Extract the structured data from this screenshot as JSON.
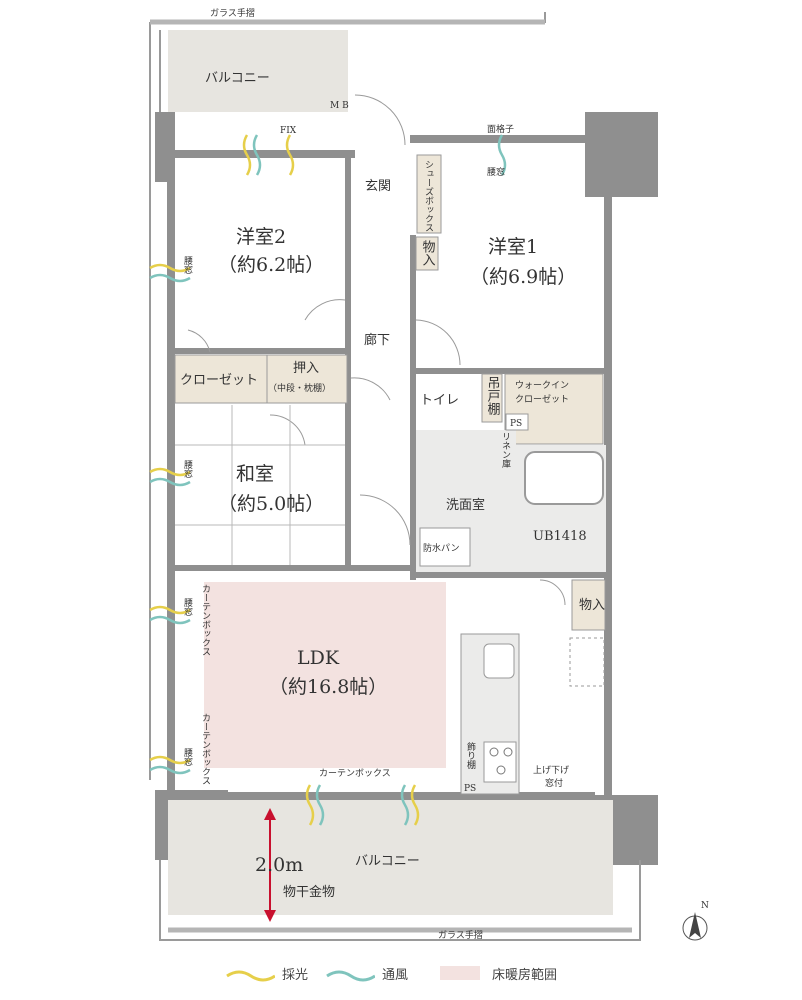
{
  "rooms": {
    "balcony_top": "バルコニー",
    "mb": "M B",
    "fix": "FIX",
    "men_goshi": "面格子",
    "koshi_mado": "腰窓",
    "genkan": "玄関",
    "shoes_box": "シューズボックス",
    "western2_name": "洋室2",
    "western2_size": "（約6.2帖）",
    "western1_name": "洋室1",
    "western1_size": "（約6.9帖）",
    "monoire": "物入",
    "rouka": "廊下",
    "closet": "クローゼット",
    "oshiire": "押入",
    "oshiire_sub": "（中段・枕棚）",
    "toilet": "トイレ",
    "tsuridana": "吊戸棚",
    "wic_line1": "ウォークイン",
    "wic_line2": "クローゼット",
    "ps": "PS",
    "washitsu_name": "和室",
    "washitsu_size": "（約5.0帖）",
    "linen": "リネン庫",
    "senmen": "洗面室",
    "bousui": "防水パン",
    "ub": "UB1418",
    "ldk_name": "LDK",
    "ldk_size": "（約16.8帖）",
    "curtain_box": "カーテンボックス",
    "kazari_dana": "飾り棚",
    "ageshita": "上げ下げ",
    "madotsuki": "窓付",
    "balcony_bottom": "バルコニー",
    "balcony_depth": "2.0m",
    "monohoshi": "物干金物",
    "glass_rail": "ガラス手摺",
    "north": "N"
  },
  "legend": {
    "daylight": "採光",
    "ventilation": "通風",
    "floor_heating": "床暖房範囲"
  },
  "colors": {
    "wall": "#8f8f8f",
    "balcony_fill": "#e7e5e0",
    "storage_fill": "#ede6d8",
    "wet_fill": "#ebebea",
    "floor_heating": "#f3e2e0",
    "daylight": "#e6cf4a",
    "ventilation": "#7fc4bd",
    "depth_arrow": "#c8102e"
  }
}
